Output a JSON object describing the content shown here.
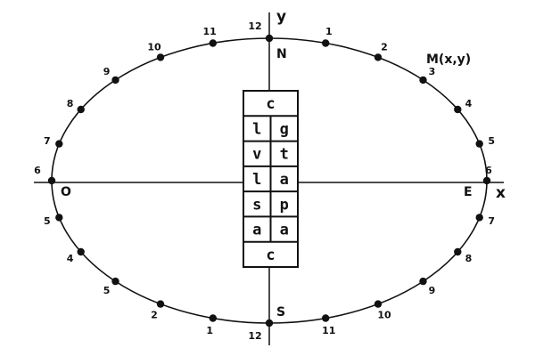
{
  "diagram": {
    "point_label": "M(x,y)",
    "axis_x_label": "x",
    "axis_y_label": "y",
    "directions": {
      "north": "N",
      "south": "S",
      "east": "E",
      "west": "O"
    },
    "hour_labels_upper": [
      "6",
      "7",
      "8",
      "9",
      "10",
      "11",
      "12",
      "1",
      "2",
      "3",
      "4",
      "5",
      "6"
    ],
    "hour_labels_lower": [
      "5",
      "4",
      "5",
      "2",
      "1",
      "12",
      "11",
      "10",
      "9",
      "8",
      "7"
    ],
    "grid_cells": [
      [
        "c"
      ],
      [
        "l",
        "g"
      ],
      [
        "v",
        "t"
      ],
      [
        "l",
        "a"
      ],
      [
        "s",
        "p"
      ],
      [
        "a",
        "a"
      ],
      [
        "c"
      ]
    ],
    "colors": {
      "ink": "#111111",
      "background": "#ffffff"
    }
  }
}
